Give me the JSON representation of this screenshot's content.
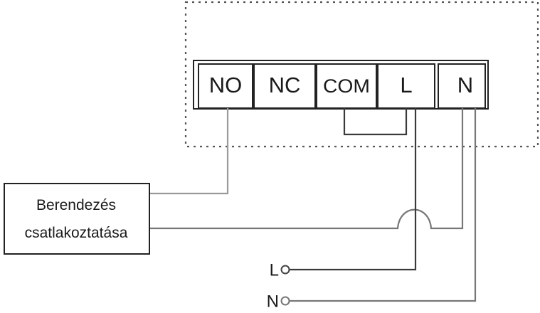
{
  "terminals": [
    "NO",
    "NC",
    "COM",
    "L",
    "N"
  ],
  "device_box": {
    "line1": "Berendezés",
    "line2": "csatlakoztatása"
  },
  "supply": {
    "l_label": "L",
    "n_label": "N"
  },
  "colors": {
    "wire_dark": "#3a3a3a",
    "wire_light": "#9a9a9a",
    "border": "#222222",
    "dotted_border": "#555555"
  }
}
